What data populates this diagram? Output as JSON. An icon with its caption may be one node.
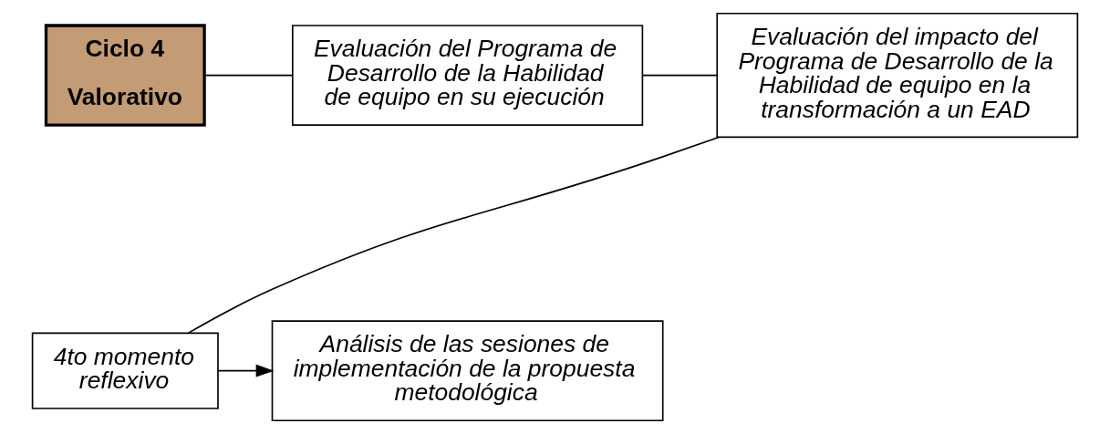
{
  "diagram": {
    "nodes": [
      {
        "text": [
          "Ciclo 4",
          "Valorativo"
        ]
      },
      {
        "text": [
          "Evaluación del Programa de Desarrollo de la Habilidad de equipo en su ejecución"
        ]
      },
      {
        "text": [
          "Evaluación del impacto del Programa de Desarrollo de la Habilidad de equipo en la transformación a un EAD"
        ]
      },
      {
        "text": [
          "4to momento reflexivo"
        ]
      },
      {
        "text": [
          "Análisis de las sesiones de implementación de la propuesta metodológica"
        ]
      }
    ],
    "edges": [
      {
        "from": 0,
        "to": 1,
        "arrow": "none"
      },
      {
        "from": 1,
        "to": 2,
        "arrow": "none"
      },
      {
        "from": 2,
        "to": 3,
        "arrow": "none"
      },
      {
        "from": 3,
        "to": 4,
        "arrow": "to"
      }
    ]
  }
}
